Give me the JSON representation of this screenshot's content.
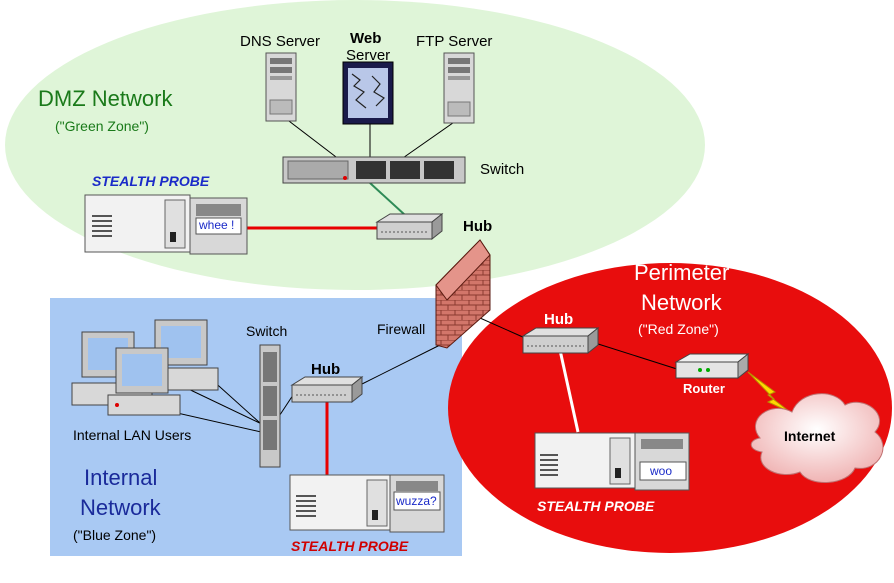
{
  "zones": {
    "dmz": {
      "title": "DMZ Network",
      "subtitle": "(\"Green Zone\")",
      "color": "#dff5d8",
      "title_color": "#1a7a1a"
    },
    "internal": {
      "title_line1": "Internal",
      "title_line2": "Network",
      "subtitle": "(\"Blue Zone\")",
      "color": "#a9c9f3",
      "title_color": "#1a2a9a"
    },
    "perimeter": {
      "title_line1": "Perimeter",
      "title_line2": "Network",
      "subtitle": "(\"Red Zone\")",
      "color": "#e80d0d",
      "title_color": "#ffffff"
    }
  },
  "devices": {
    "dns_server": "DNS Server",
    "web_server_line1": "Web",
    "web_server_line2": "Server",
    "ftp_server": "FTP Server",
    "dmz_switch": "Switch",
    "dmz_hub": "Hub",
    "firewall": "Firewall",
    "internal_switch": "Switch",
    "internal_hub": "Hub",
    "perimeter_hub": "Hub",
    "router": "Router",
    "internet": "Internet",
    "lan_users": "Internal LAN Users"
  },
  "probes": {
    "dmz": {
      "label": "STEALTH PROBE",
      "screen_text": "whee !",
      "label_color": "#1a2ac8"
    },
    "internal": {
      "label": "STEALTH PROBE",
      "screen_text": "wuzza?",
      "label_color": "#d00000"
    },
    "perimeter": {
      "label": "STEALTH PROBE",
      "screen_text": "woo",
      "label_color": "#ffffff"
    }
  },
  "colors": {
    "link": "#000000",
    "probe_link": "#e80000",
    "switch_hub_link": "#2e8b57",
    "brick": "#c8645a"
  }
}
